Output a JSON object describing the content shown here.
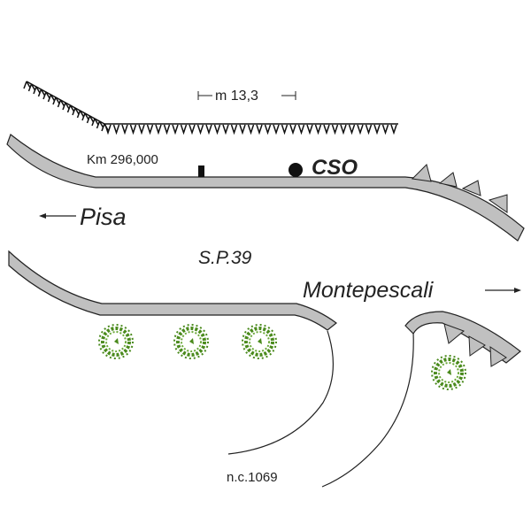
{
  "labels": {
    "measure": "m 13,3",
    "km": "Km 296,000",
    "cso": "CSO",
    "pisa": "Pisa",
    "sp": "S.P.39",
    "montepescali": "Montepescali",
    "nc": "n.c.1069"
  },
  "colors": {
    "road": "#c0c0c0",
    "outline": "#222222",
    "tree": "#4a8a1c",
    "text": "#222222"
  }
}
